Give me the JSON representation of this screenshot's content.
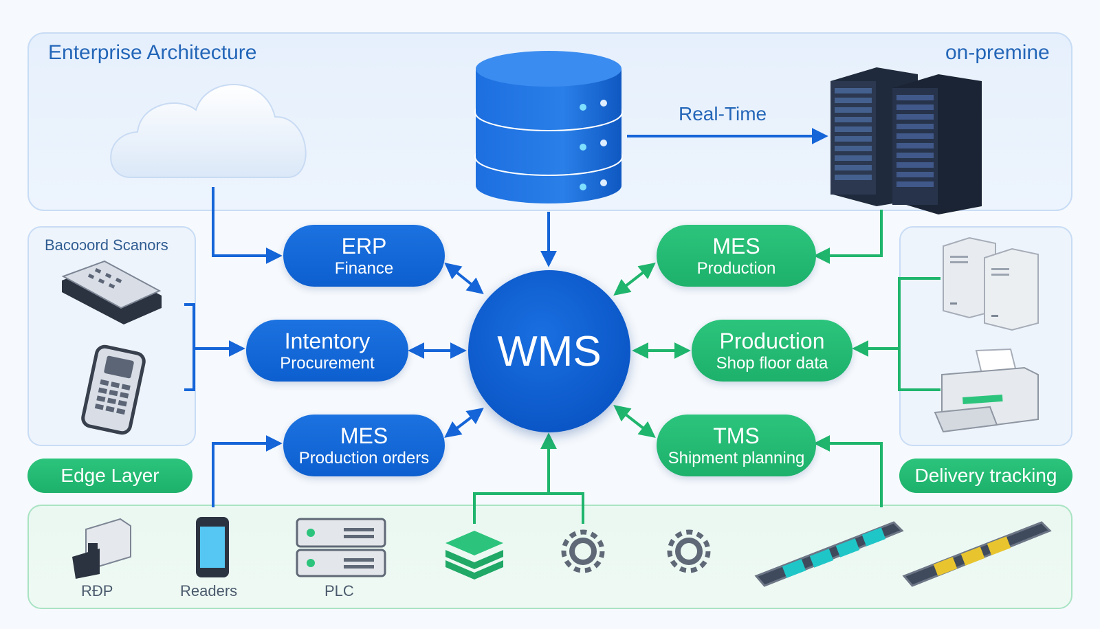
{
  "top_panel": {
    "title": "Enterprise Architecture",
    "corner_label": "on-premine"
  },
  "realtime_label": "Real-Time",
  "hub": {
    "label": "WMS"
  },
  "nodes": {
    "erp": {
      "title": "ERP",
      "subtitle": "Finance"
    },
    "inventory": {
      "title": "Intentory",
      "subtitle": "Procurement"
    },
    "mes_orders": {
      "title": "MES",
      "subtitle": "Production orders"
    },
    "mes_production": {
      "title": "MES",
      "subtitle": "Production"
    },
    "production": {
      "title": "Production",
      "subtitle": "Shop floor data"
    },
    "tms": {
      "title": "TMS",
      "subtitle": "Shipment planning"
    }
  },
  "left_panel": {
    "title": "Bacoɔord Scanors"
  },
  "edge_badge": "Edge Layer",
  "delivery_badge": "Delivery tracking",
  "bottom_devices": [
    "RÐP",
    "Readers",
    "PLC"
  ],
  "icons": [
    "cloud-icon",
    "database-icon",
    "server-rack-icon",
    "barcode-scanner-icon",
    "handheld-scanner-icon",
    "server-tower-icon",
    "printer-icon",
    "rfid-reader-icon",
    "phone-icon",
    "plc-icon",
    "stack-icon",
    "gear-icon",
    "conveyor-icon"
  ],
  "colors": {
    "blue": "#0d5fcf",
    "green": "#1db16b",
    "panel_border": "#c8dcf5",
    "edge_border": "#a9e3c3"
  }
}
